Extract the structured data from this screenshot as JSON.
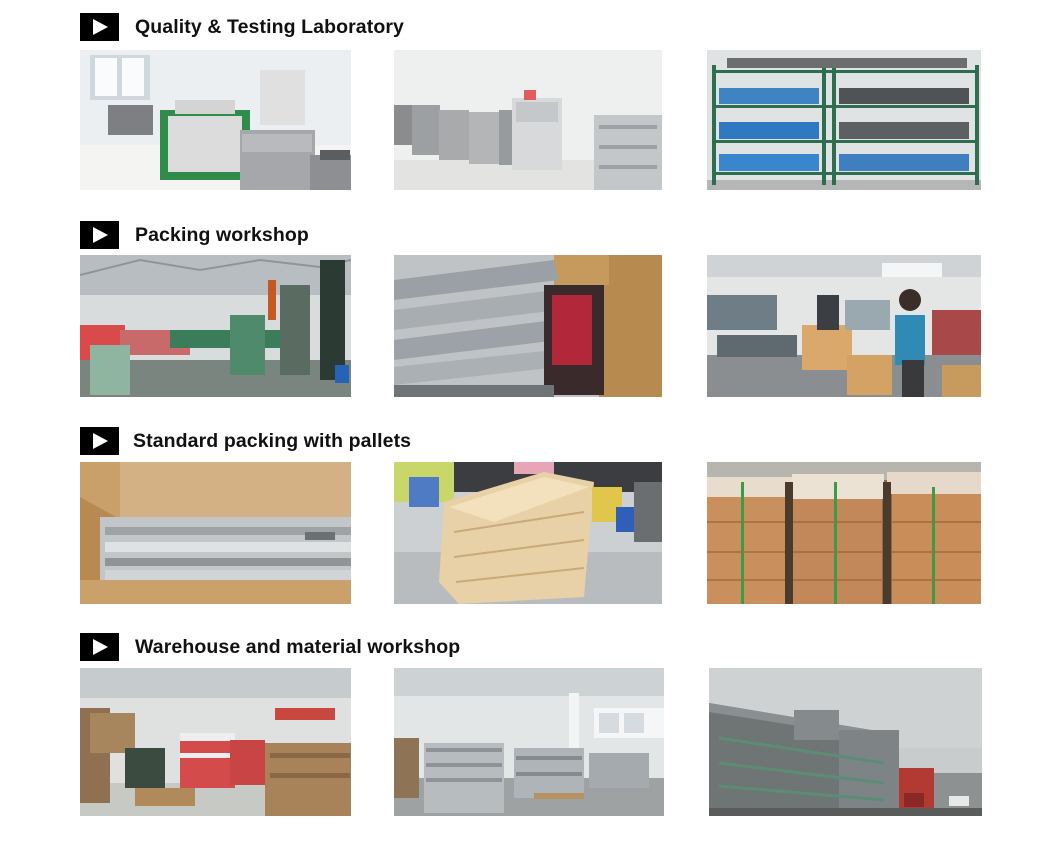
{
  "sections": [
    {
      "title": "Quality & Testing Laboratory",
      "photos": [
        "lab-testing-machines",
        "lab-test-cabinets",
        "lab-mold-shelving"
      ]
    },
    {
      "title": "Packing workshop",
      "photos": [
        "production-line",
        "slides-in-plastic-wrap",
        "workers-packing-boxes"
      ]
    },
    {
      "title": "Standard packing with pallets",
      "photos": [
        "slides-in-carton",
        "stacked-cartons",
        "wrapped-pallets"
      ]
    },
    {
      "title": "Warehouse and material workshop",
      "photos": [
        "warehouse-carton-stacks",
        "material-workshop-stock",
        "factory-building-exterior"
      ]
    }
  ],
  "icons": {
    "section_marker": "play-icon"
  },
  "colors": {
    "badge_background": "#000000",
    "badge_glyph": "#ffffff",
    "title_text": "#111111"
  }
}
